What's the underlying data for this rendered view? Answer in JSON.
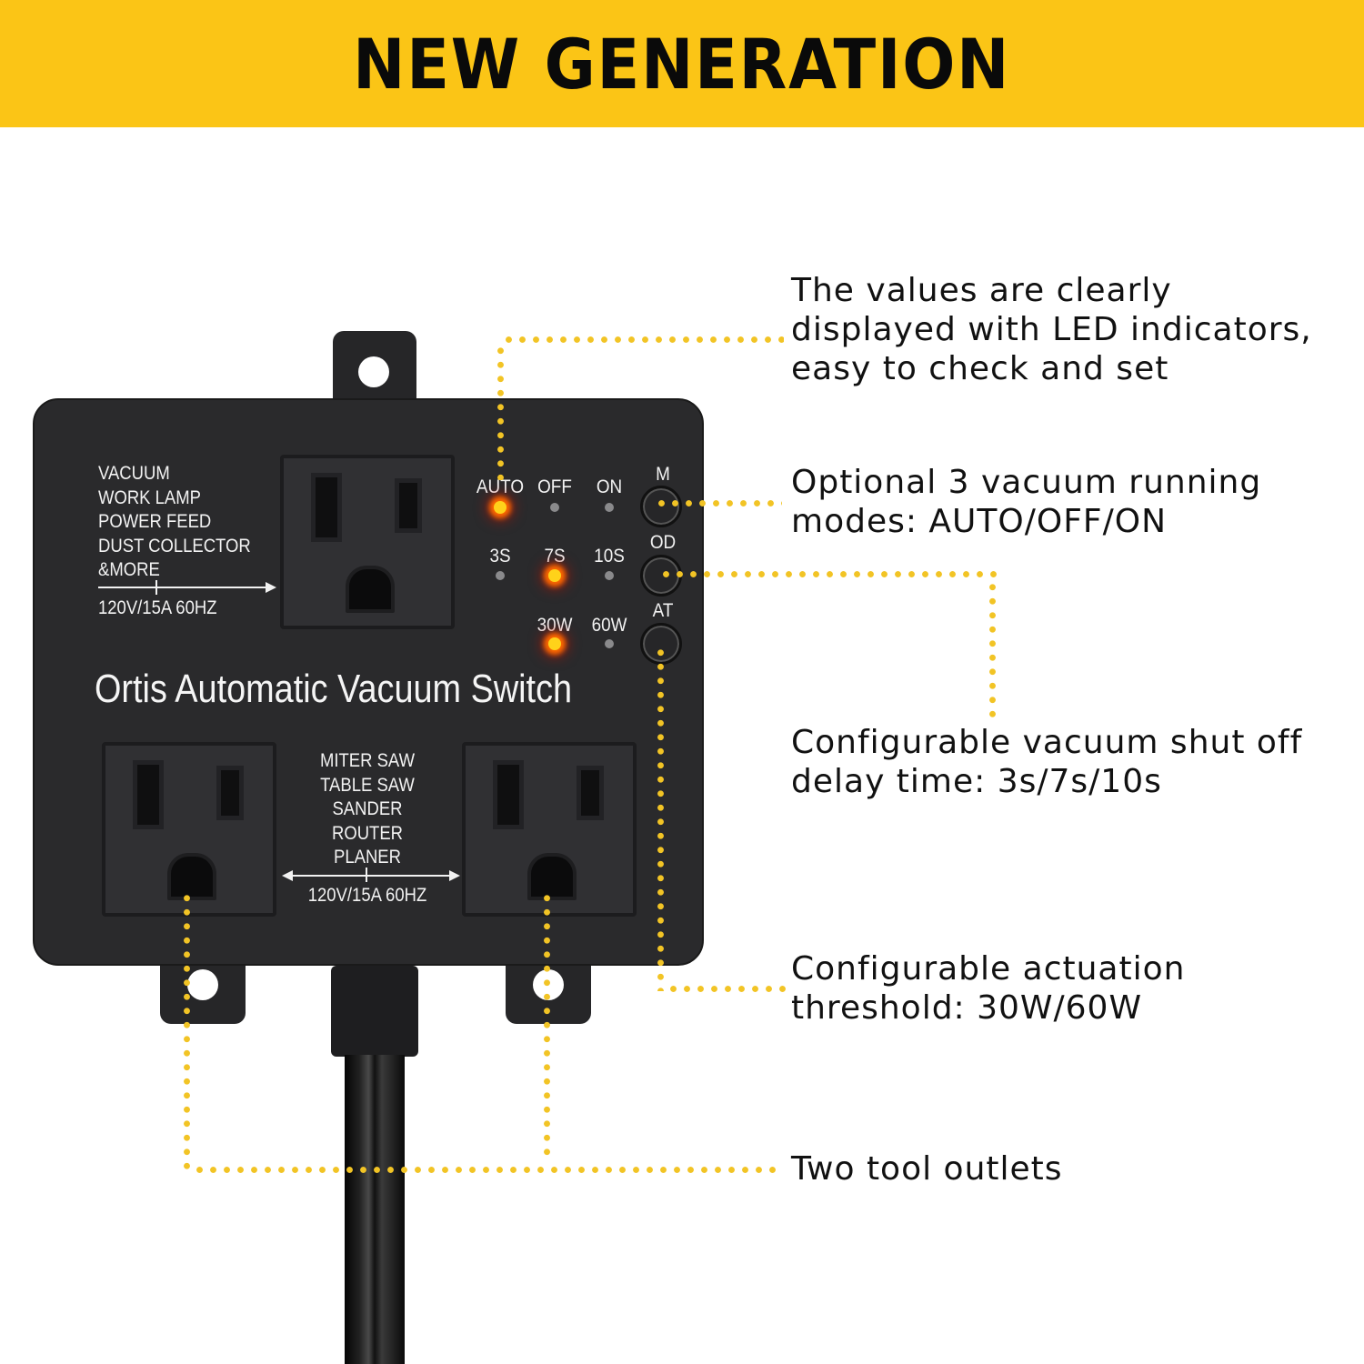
{
  "banner": {
    "title": "NEW GENERATION",
    "background": "#fbc516"
  },
  "callouts": [
    {
      "id": "led-indicators",
      "lines": [
        "The values are clearly",
        "displayed with LED indicators,",
        "easy to check and set"
      ]
    },
    {
      "id": "running-modes",
      "lines": [
        "Optional 3 vacuum running",
        "modes: AUTO/OFF/ON"
      ]
    },
    {
      "id": "shutoff-delay",
      "lines": [
        "Configurable vacuum shut off",
        "delay time: 3s/7s/10s"
      ]
    },
    {
      "id": "actuation-threshold",
      "lines": [
        "Configurable actuation",
        "threshold: 30W/60W"
      ]
    },
    {
      "id": "tool-outlets",
      "lines": [
        "Two tool outlets"
      ]
    }
  ],
  "device": {
    "brand": "Ortis Automatic Vacuum Switch",
    "vacuum_outlet_labels": [
      "VACUUM",
      "WORK  LAMP",
      "POWER FEED",
      "DUST COLLECTOR",
      "&MORE"
    ],
    "vacuum_outlet_rating": "120V/15A 60HZ",
    "tool_outlet_labels": [
      "MITER SAW",
      "TABLE SAW",
      "SANDER",
      "ROUTER",
      "PLANER"
    ],
    "tool_outlet_rating": "120V/15A 60HZ",
    "mode_leds": [
      {
        "label": "AUTO",
        "on": true
      },
      {
        "label": "OFF",
        "on": false
      },
      {
        "label": "ON",
        "on": false
      }
    ],
    "delay_leds": [
      {
        "label": "3S",
        "on": false
      },
      {
        "label": "7S",
        "on": true
      },
      {
        "label": "10S",
        "on": false
      }
    ],
    "threshold_leds": [
      {
        "label": "30W",
        "on": true
      },
      {
        "label": "60W",
        "on": false
      }
    ],
    "buttons": [
      {
        "label": "M"
      },
      {
        "label": "OD"
      },
      {
        "label": "AT"
      }
    ]
  },
  "colors": {
    "accent_dots": "#f2c425",
    "led_active": "#ff6a00",
    "device_body": "#2a2a2c"
  }
}
